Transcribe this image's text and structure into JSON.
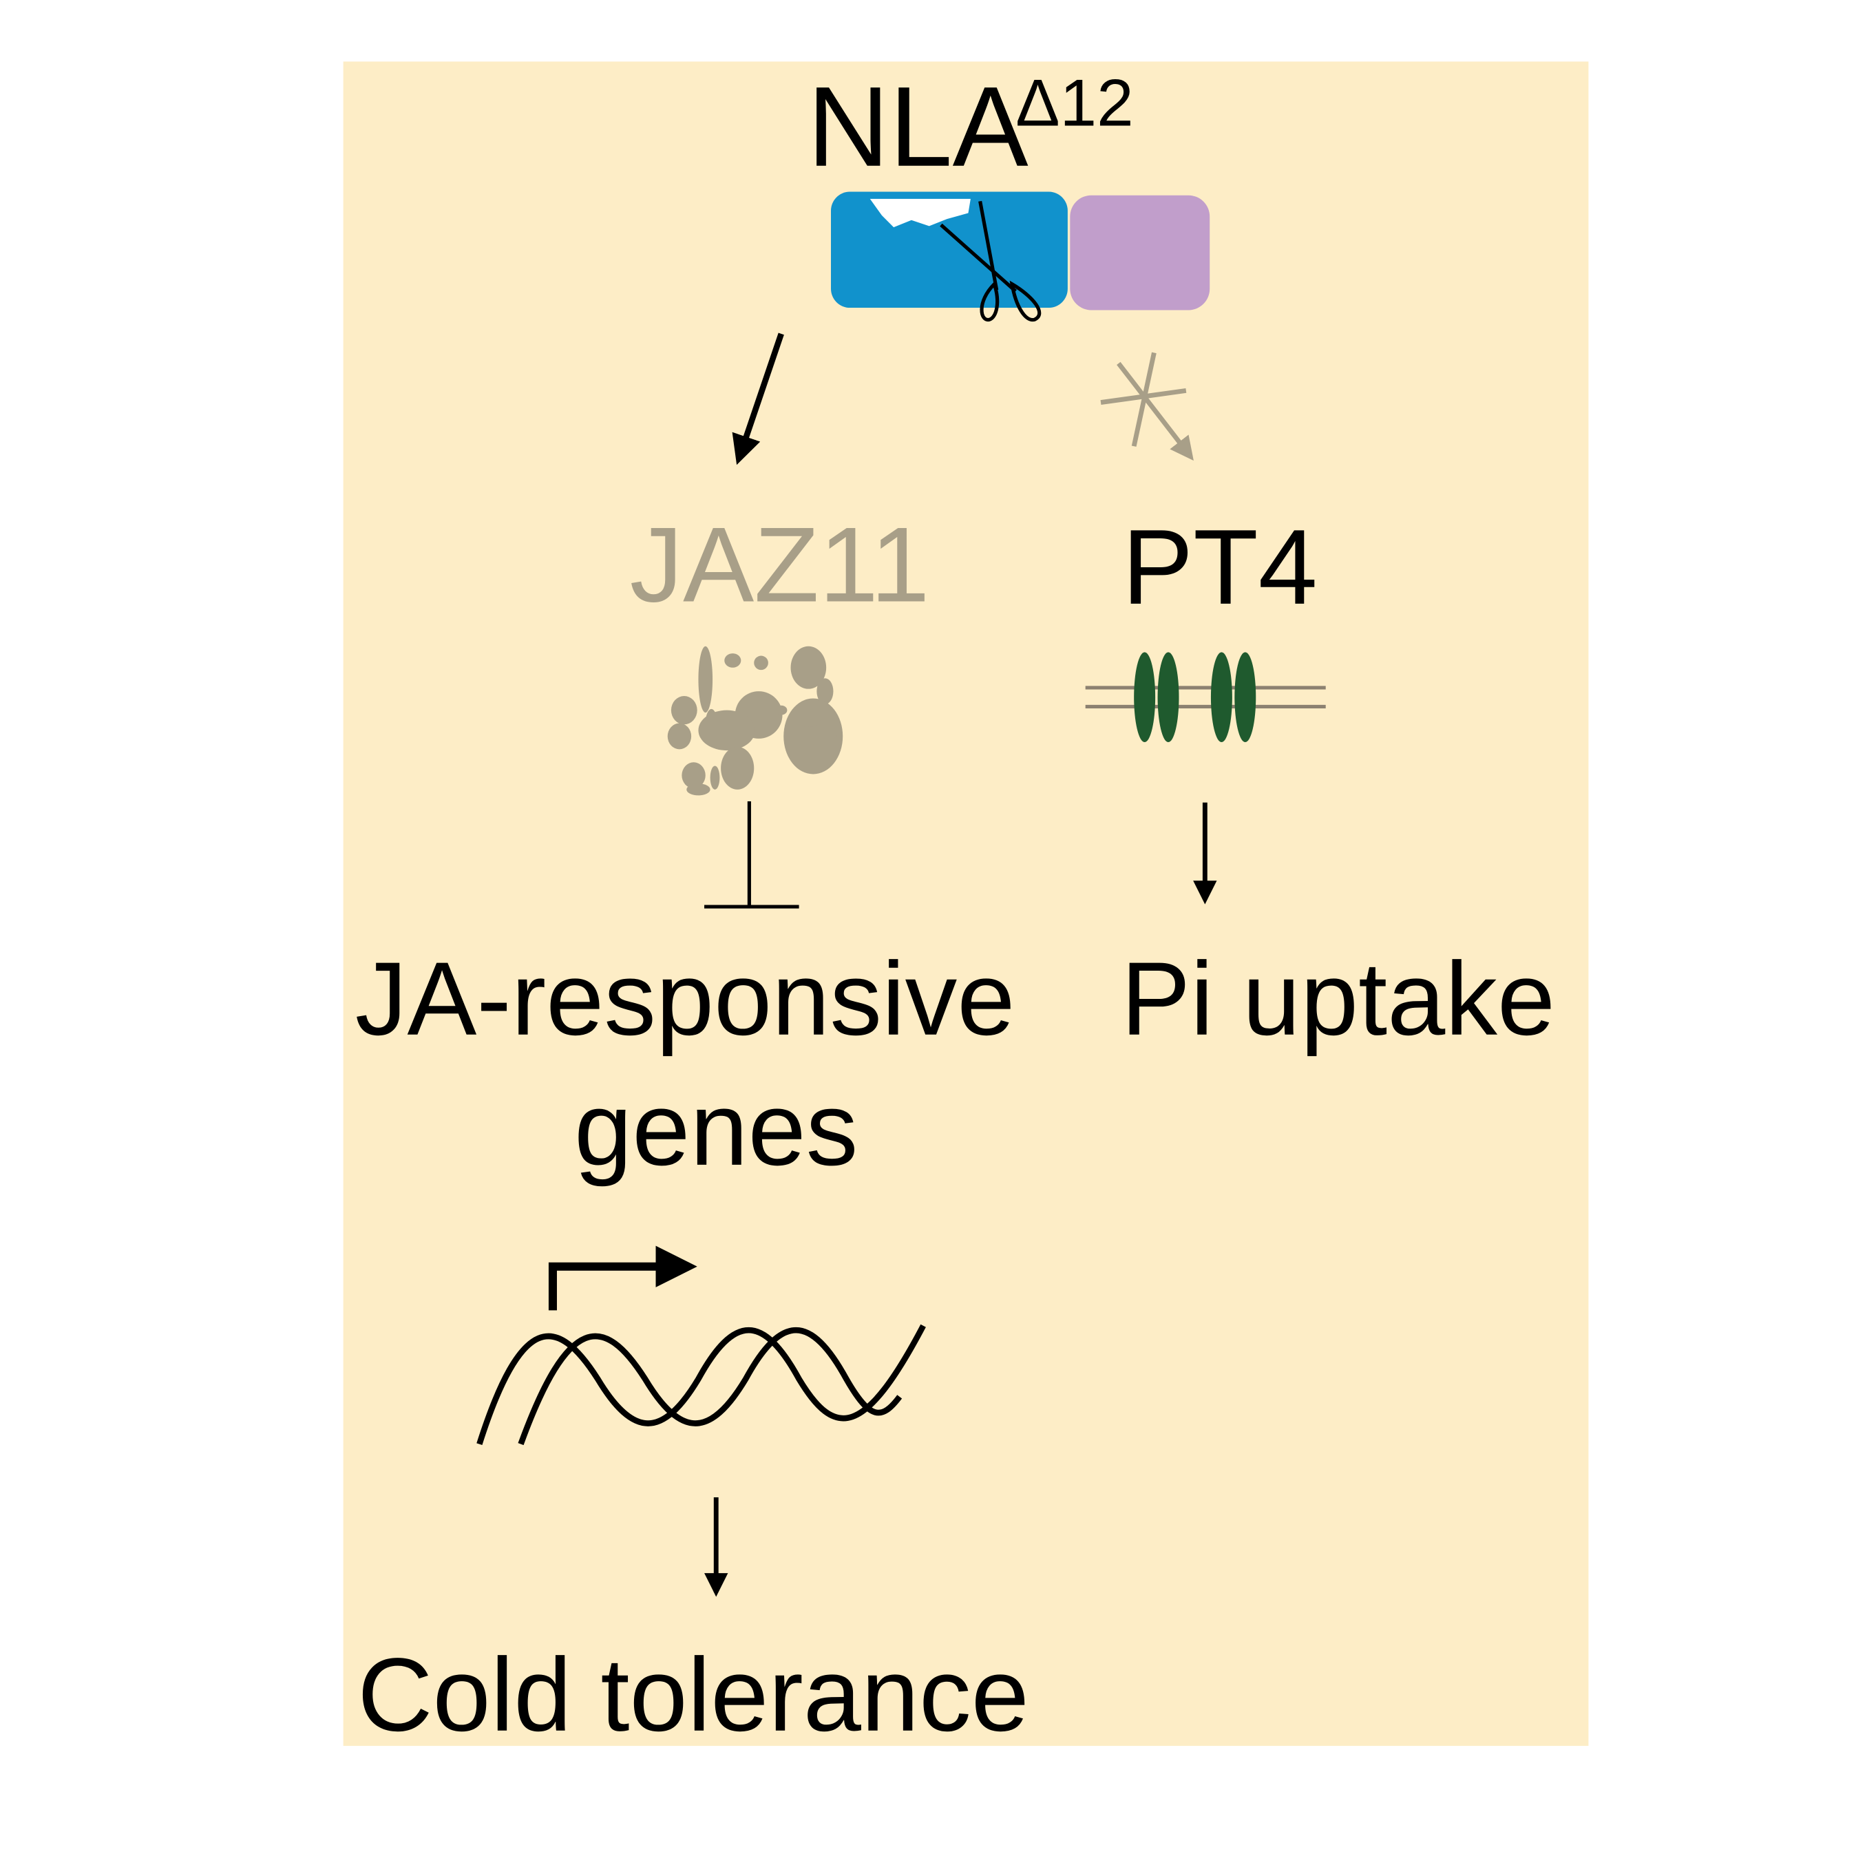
{
  "title": {
    "main": "NLA",
    "superscript": "Δ12"
  },
  "nodes": {
    "jaz11": "JAZ11",
    "pt4": "PT4",
    "ja_line1": "JA-responsive",
    "ja_line2": "genes",
    "pi_uptake": "Pi uptake",
    "cold_tolerance": "Cold tolerance"
  },
  "colors": {
    "background": "#FDEDC6",
    "domain_blue": "#1192CC",
    "domain_purple": "#C19ECB",
    "inactive_grey": "#A89F88",
    "transporter_green": "#1F5A2E",
    "ink": "#000000"
  },
  "icons": [
    "scissors-icon",
    "blocked-arrow-icon",
    "protein-aggregate-icon",
    "membrane-transporter-icon",
    "promoter-arrow-icon",
    "dna-helix-icon"
  ]
}
